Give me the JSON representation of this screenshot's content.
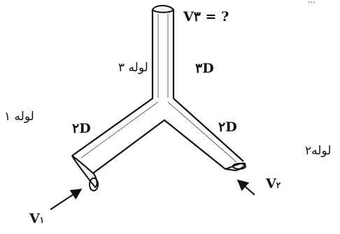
{
  "header_fragment": "...",
  "pipe3": {
    "label": "لوله ۳",
    "diameter": "۳D",
    "velocity": "V۳ = ?"
  },
  "pipe1": {
    "label": "لوله ۱",
    "diameter": "۲D",
    "velocity_symbol": "V",
    "velocity_sub": "۱"
  },
  "pipe2": {
    "label": "لوله۲",
    "diameter": "۲D",
    "velocity_symbol": "V",
    "velocity_sub": "۲"
  },
  "colors": {
    "line": "#111111",
    "background": "#ffffff"
  },
  "icons": [
    "flow-arrow-icon"
  ]
}
